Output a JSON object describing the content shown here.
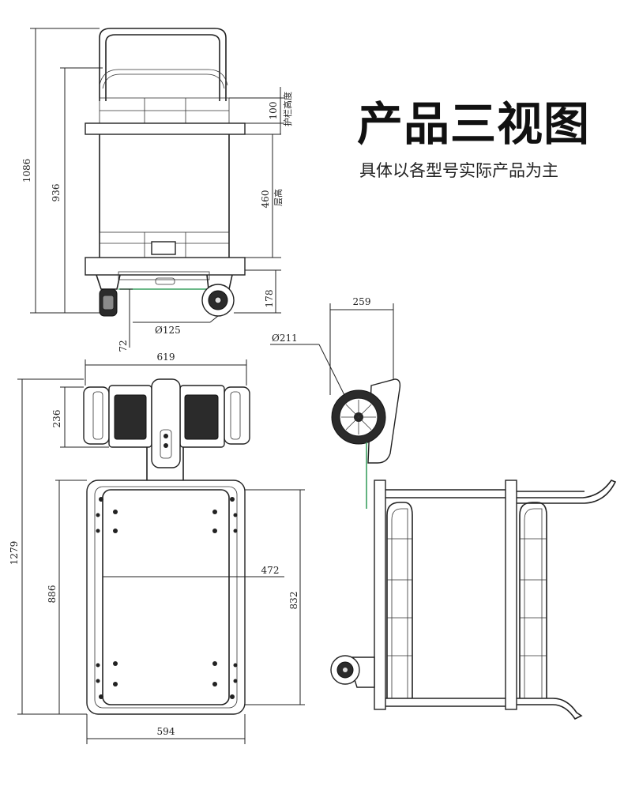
{
  "heading": {
    "title": "产品三视图",
    "subtitle": "具体以各型号实际产品为主"
  },
  "front_view": {
    "dim_total_height": "1086",
    "dim_handle_height": "936",
    "dim_guard_value": "100",
    "dim_guard_label": "护栏高度",
    "dim_layer_value": "460",
    "dim_layer_label": "层高",
    "dim_bottom": "178",
    "dim_ground": "72",
    "dim_wheel": "Ø125"
  },
  "top_view": {
    "dim_width_total": "619",
    "dim_wheel_block": "236",
    "dim_length_total": "1279",
    "dim_deck_length": "886",
    "dim_inner_length": "832",
    "dim_inner_width": "472",
    "dim_deck_width": "594"
  },
  "side_view": {
    "dim_caster_width": "259",
    "dim_wheel": "Ø211"
  }
}
